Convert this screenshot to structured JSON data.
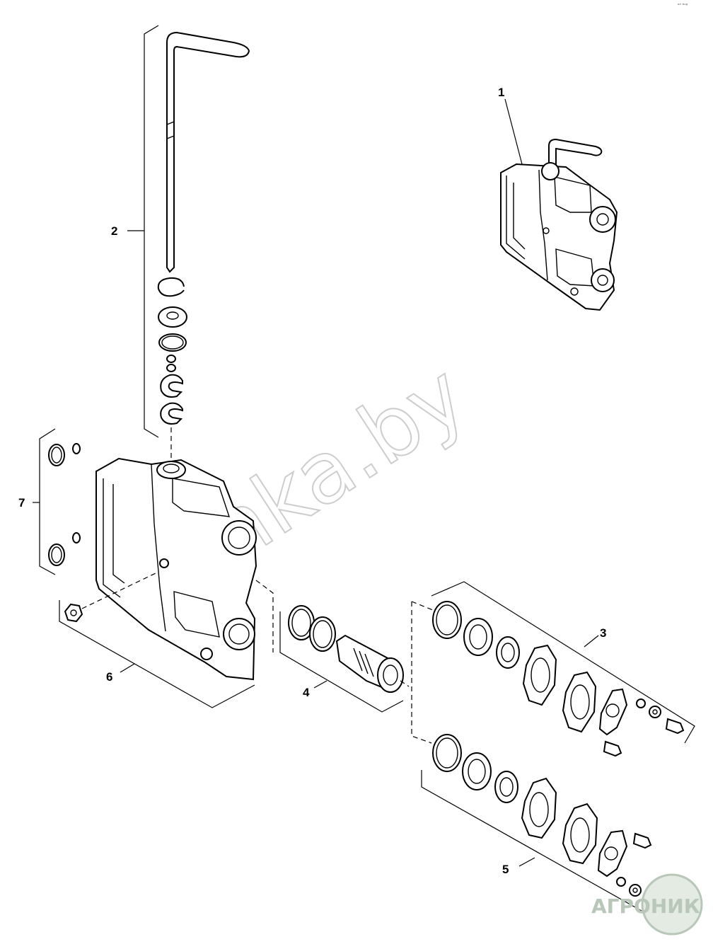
{
  "corner_text": "ᵃᵈ ᵇᵘᵍ",
  "watermark": "nka.by",
  "logo_text": "АГРОНИК",
  "callouts": {
    "c1": "1",
    "c2": "2",
    "c3": "3",
    "c4": "4",
    "c5": "5",
    "c6": "6",
    "c7": "7"
  },
  "icons": [
    "valve-housing-assembly-icon",
    "dipstick-tube-icon",
    "o-ring-icon",
    "washer-icon",
    "spool-cartridge-icon",
    "gasket-icon",
    "cover-plate-icon",
    "bolt-icon",
    "plug-icon"
  ]
}
